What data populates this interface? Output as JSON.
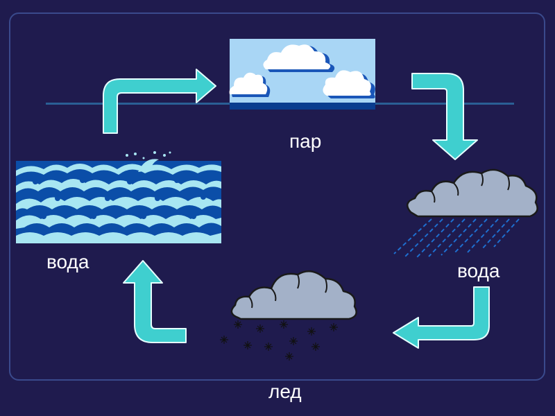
{
  "labels": {
    "steam": "пар",
    "water_left": "вода",
    "water_right": "вода",
    "ice": "лед"
  },
  "colors": {
    "background": "#1f1b4e",
    "frame": "#3a4a8c",
    "arrow": "#3fcfcf",
    "arrow_outline": "#e6ffff",
    "sky": "#a9d6f5",
    "cloud_gray": "#a3b1c8",
    "wave_dark": "#0b4ea8",
    "wave_light": "#a8e6f2"
  },
  "icons": {
    "sky": "sky-with-clouds-icon",
    "waves": "ocean-waves-icon",
    "rain": "rain-cloud-icon",
    "snow": "snow-cloud-icon"
  }
}
